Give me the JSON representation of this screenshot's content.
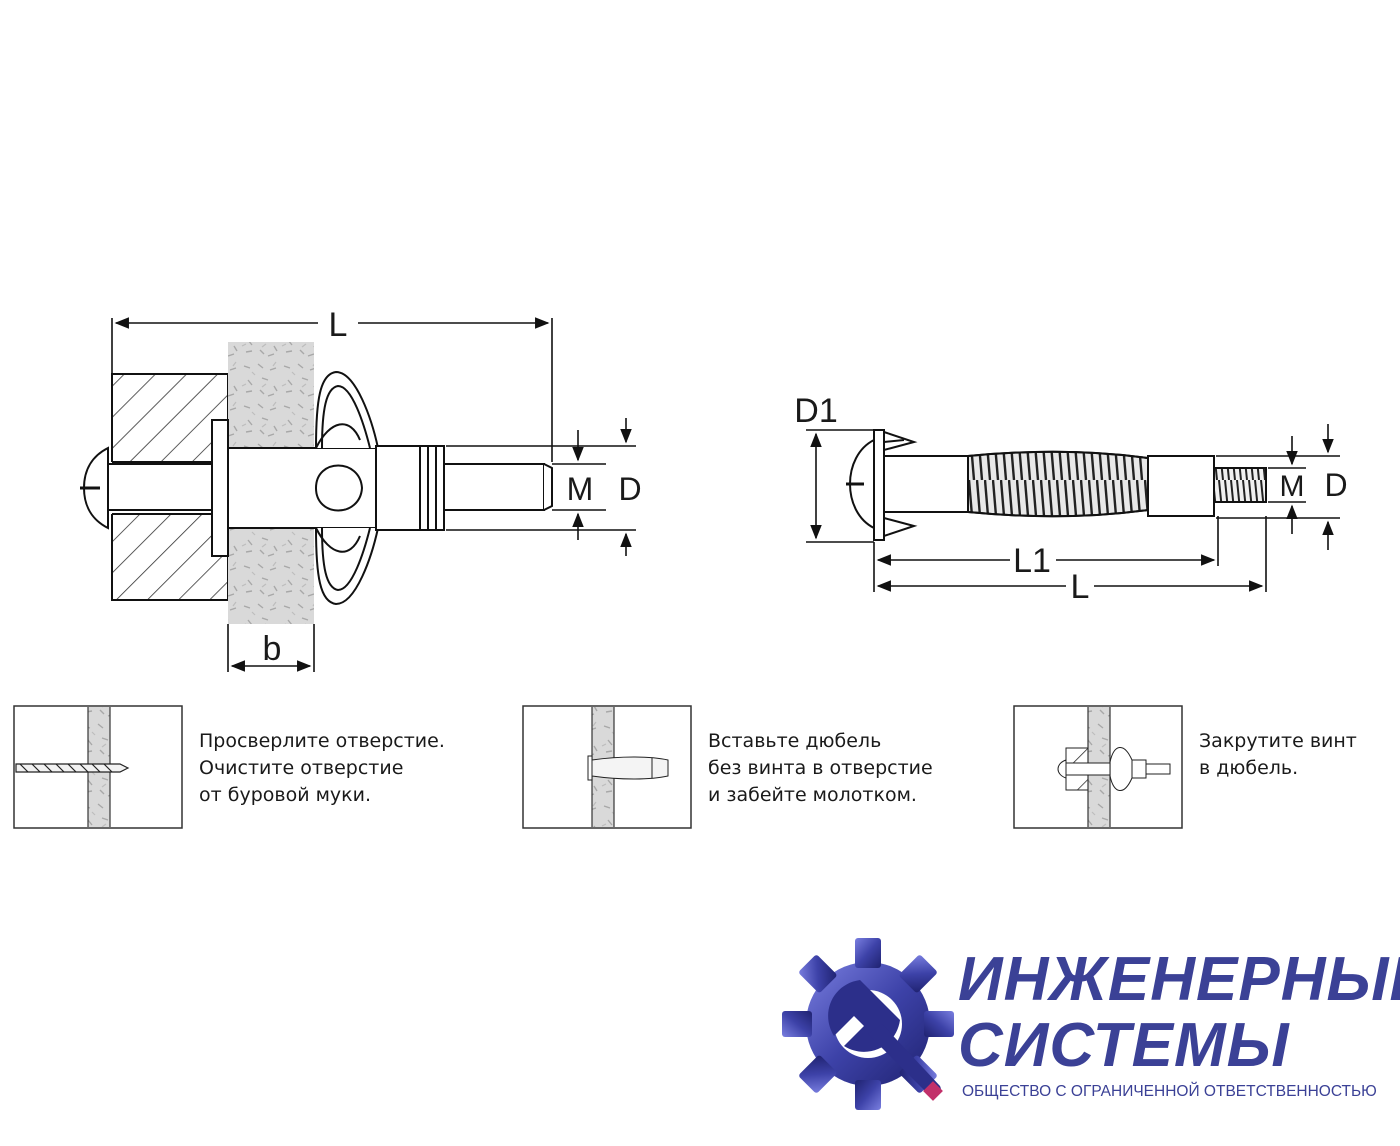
{
  "diagram": {
    "left_labels": {
      "length": "L",
      "thickness": "b",
      "screw": "M",
      "diameter": "D"
    },
    "right_labels": {
      "collar": "D1",
      "body_length": "L1",
      "length": "L",
      "screw": "M",
      "diameter": "D"
    }
  },
  "steps": [
    {
      "lines": [
        "Просверлите отверстие.",
        "Очистите отверстие",
        "от буровой муки."
      ]
    },
    {
      "lines": [
        "Вставьте дюбель",
        "без винта в отверстие",
        "и забейте молотком."
      ]
    },
    {
      "lines": [
        "Закрутите винт",
        "в дюбель."
      ]
    }
  ],
  "brand": {
    "line1": "ИНЖЕНЕРНЫЕ",
    "line2": "СИСТЕМЫ",
    "subtitle": "ОБЩЕСТВО С ОГРАНИЧЕННОЙ ОТВЕТСТВЕННОСТЬЮ",
    "colors": {
      "text": "#3b4196",
      "gear_dark": "#2c2f8a",
      "gear_light": "#6b6fd0",
      "accent": "#c2306a"
    }
  }
}
